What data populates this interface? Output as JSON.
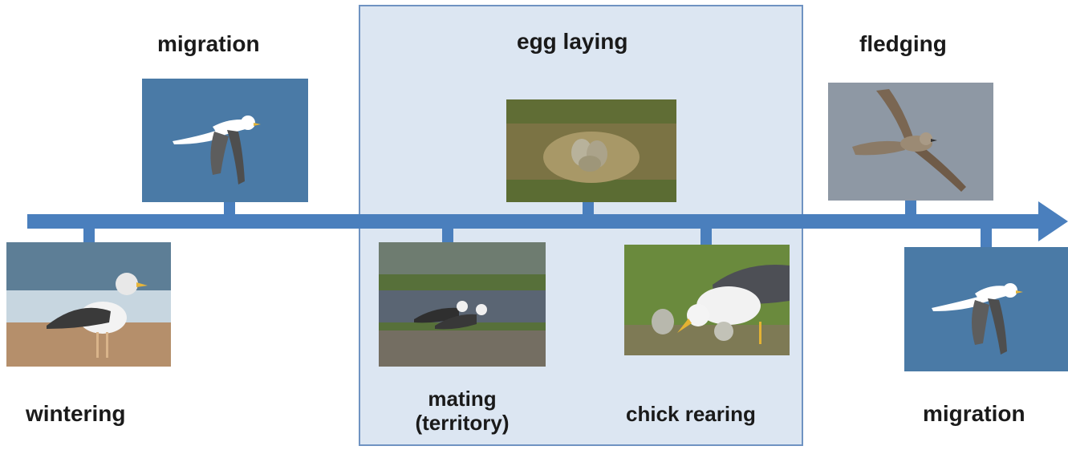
{
  "labels": {
    "wintering": "wintering",
    "migration_1": "migration",
    "mating_line1": "mating",
    "mating_line2": "(territory)",
    "egg_laying": "egg laying",
    "chick_rearing": "chick rearing",
    "fledging": "fledging",
    "migration_2": "migration"
  },
  "colors": {
    "timeline": "#4a7fbd",
    "breeding_box_fill": "#dce6f2",
    "breeding_box_border": "#6f93c2",
    "sky_blue": "#4a7aa6"
  }
}
